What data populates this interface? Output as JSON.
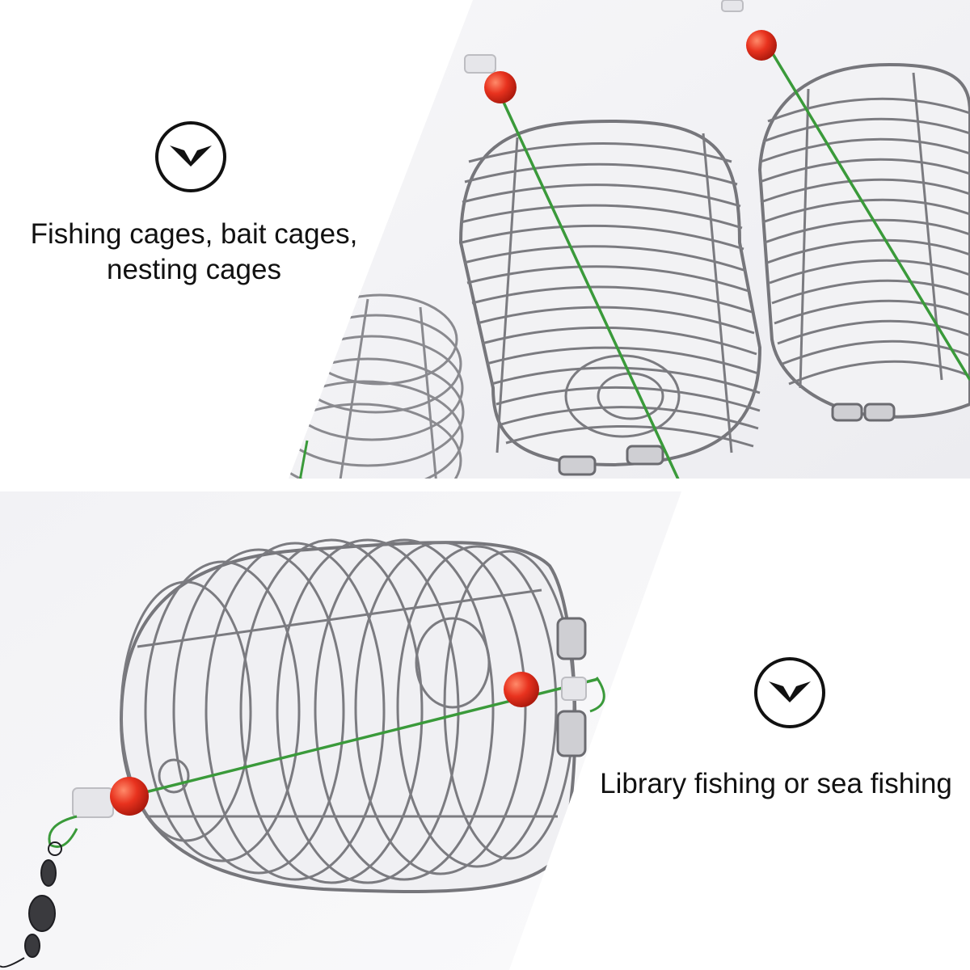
{
  "captions": {
    "top_line1": "Fishing cages, bait cages,",
    "top_line2": "nesting cages",
    "bottom": "Library fishing or sea fishing"
  },
  "icons": {
    "top_badge": "chevron-down-circle-icon",
    "bottom_badge": "chevron-down-circle-icon"
  },
  "colors": {
    "background": "#ffffff",
    "photo_background": "#f4f4f6",
    "wire": "#7b7b80",
    "fishing_line": "#3a9a3a",
    "bead": "#e8321e",
    "text": "#111111"
  }
}
